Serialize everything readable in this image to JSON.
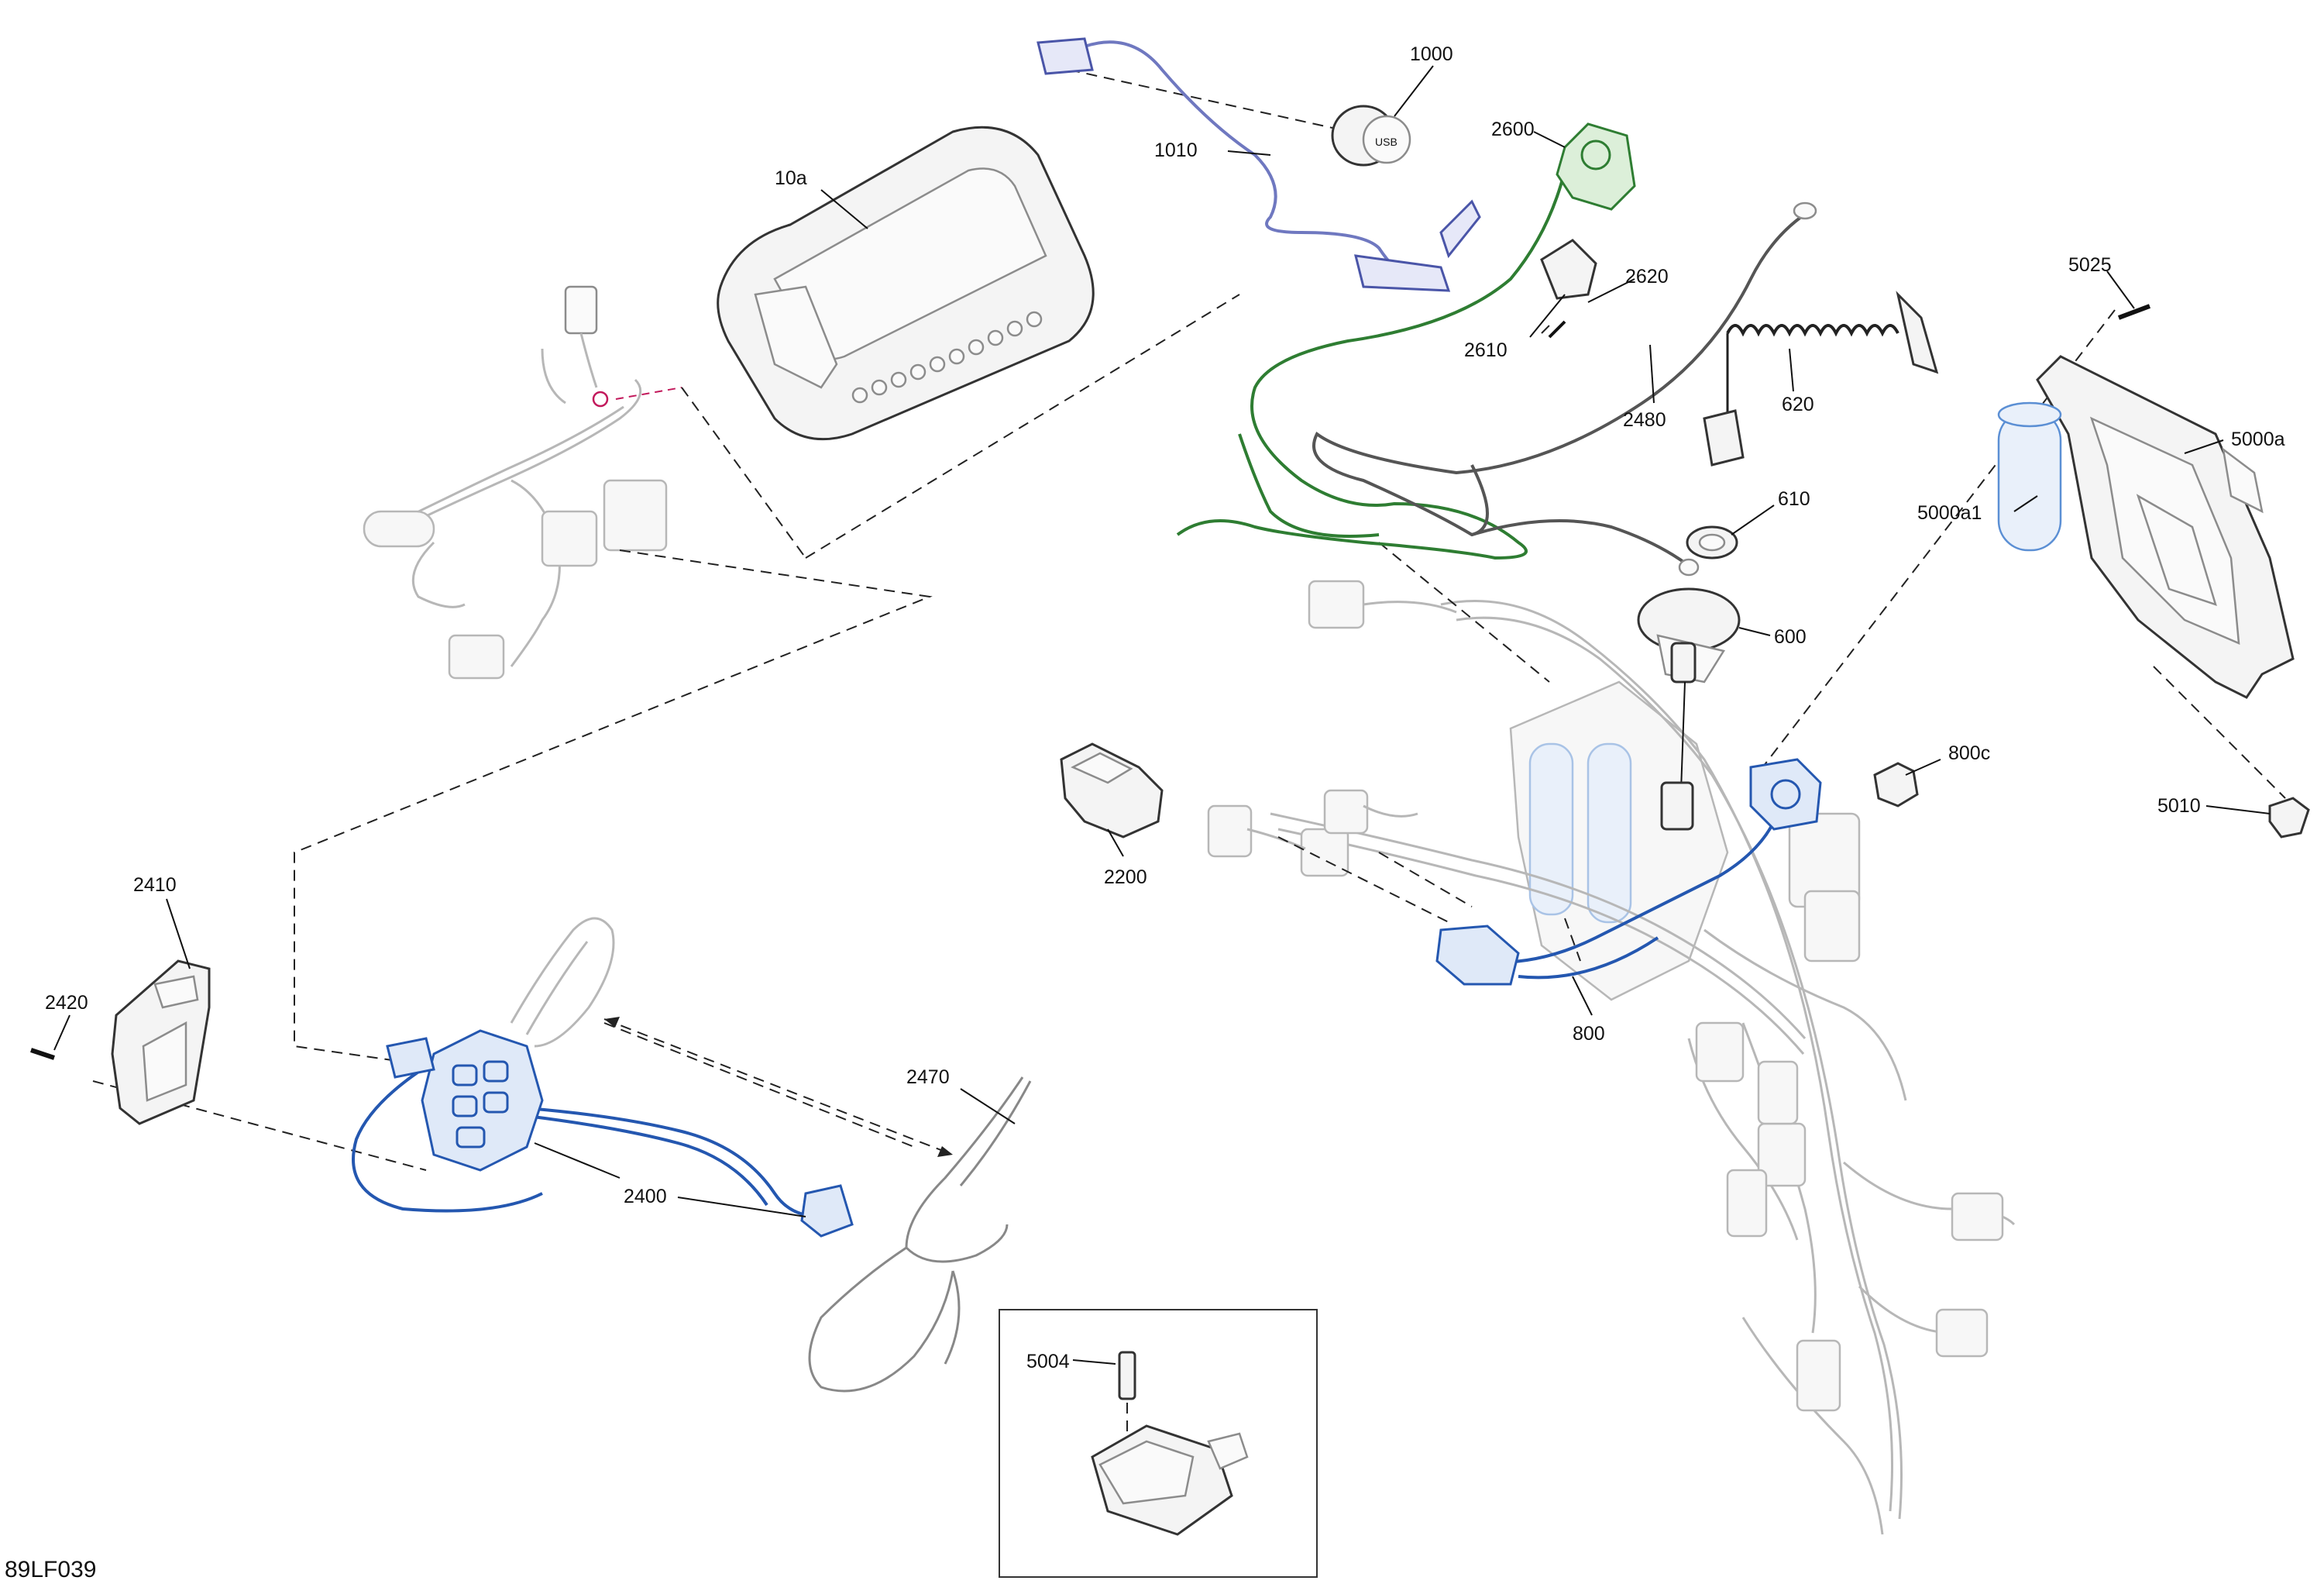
{
  "figure_ref": "89LF039",
  "callouts": [
    {
      "id": "1000",
      "label": "1000"
    },
    {
      "id": "1010",
      "label": "1010"
    },
    {
      "id": "10a",
      "label": "10a"
    },
    {
      "id": "2600",
      "label": "2600"
    },
    {
      "id": "2620",
      "label": "2620"
    },
    {
      "id": "2610",
      "label": "2610"
    },
    {
      "id": "2480",
      "label": "2480"
    },
    {
      "id": "620",
      "label": "620"
    },
    {
      "id": "610",
      "label": "610"
    },
    {
      "id": "600",
      "label": "600"
    },
    {
      "id": "5025",
      "label": "5025"
    },
    {
      "id": "5000a",
      "label": "5000a"
    },
    {
      "id": "5000a1",
      "label": "5000a1"
    },
    {
      "id": "5010",
      "label": "5010"
    },
    {
      "id": "800c",
      "label": "800c"
    },
    {
      "id": "800",
      "label": "800"
    },
    {
      "id": "2200",
      "label": "2200"
    },
    {
      "id": "2410",
      "label": "2410"
    },
    {
      "id": "2420",
      "label": "2420"
    },
    {
      "id": "2470",
      "label": "2470"
    },
    {
      "id": "2400",
      "label": "2400"
    },
    {
      "id": "5004",
      "label": "5004"
    }
  ],
  "colors": {
    "line": "#111111",
    "blue_part": "#2457b0",
    "green_part": "#2e7d32",
    "lavender_part": "#4a55a8",
    "ghost_part": "#b7b7b7"
  }
}
